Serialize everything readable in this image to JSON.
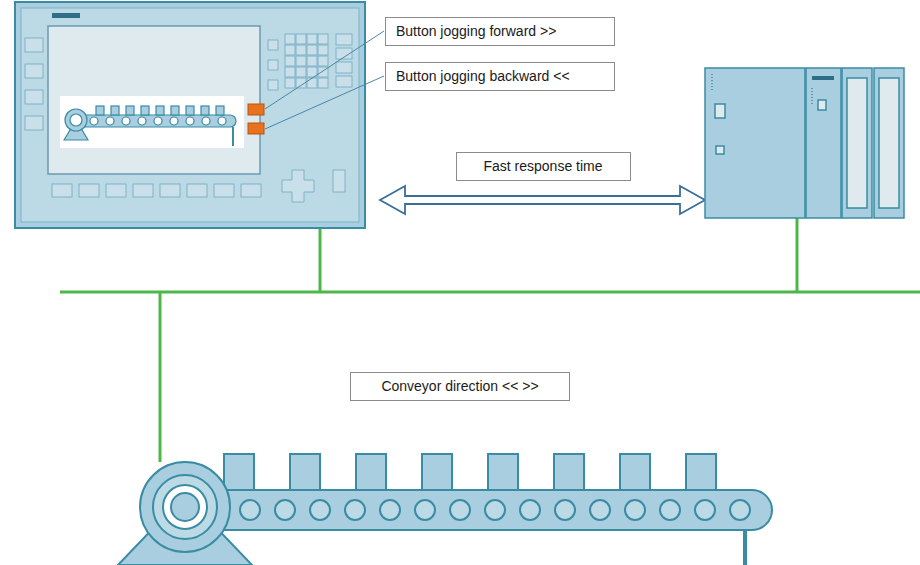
{
  "diagram": {
    "nodes": [
      {
        "text": [
          "Button jogging forward >>"
        ]
      },
      {
        "text": [
          "Button jogging backward <<"
        ]
      },
      {
        "text": [
          "Fast response time"
        ]
      },
      {
        "text": [
          "Conveyor direction << >>"
        ]
      }
    ]
  }
}
